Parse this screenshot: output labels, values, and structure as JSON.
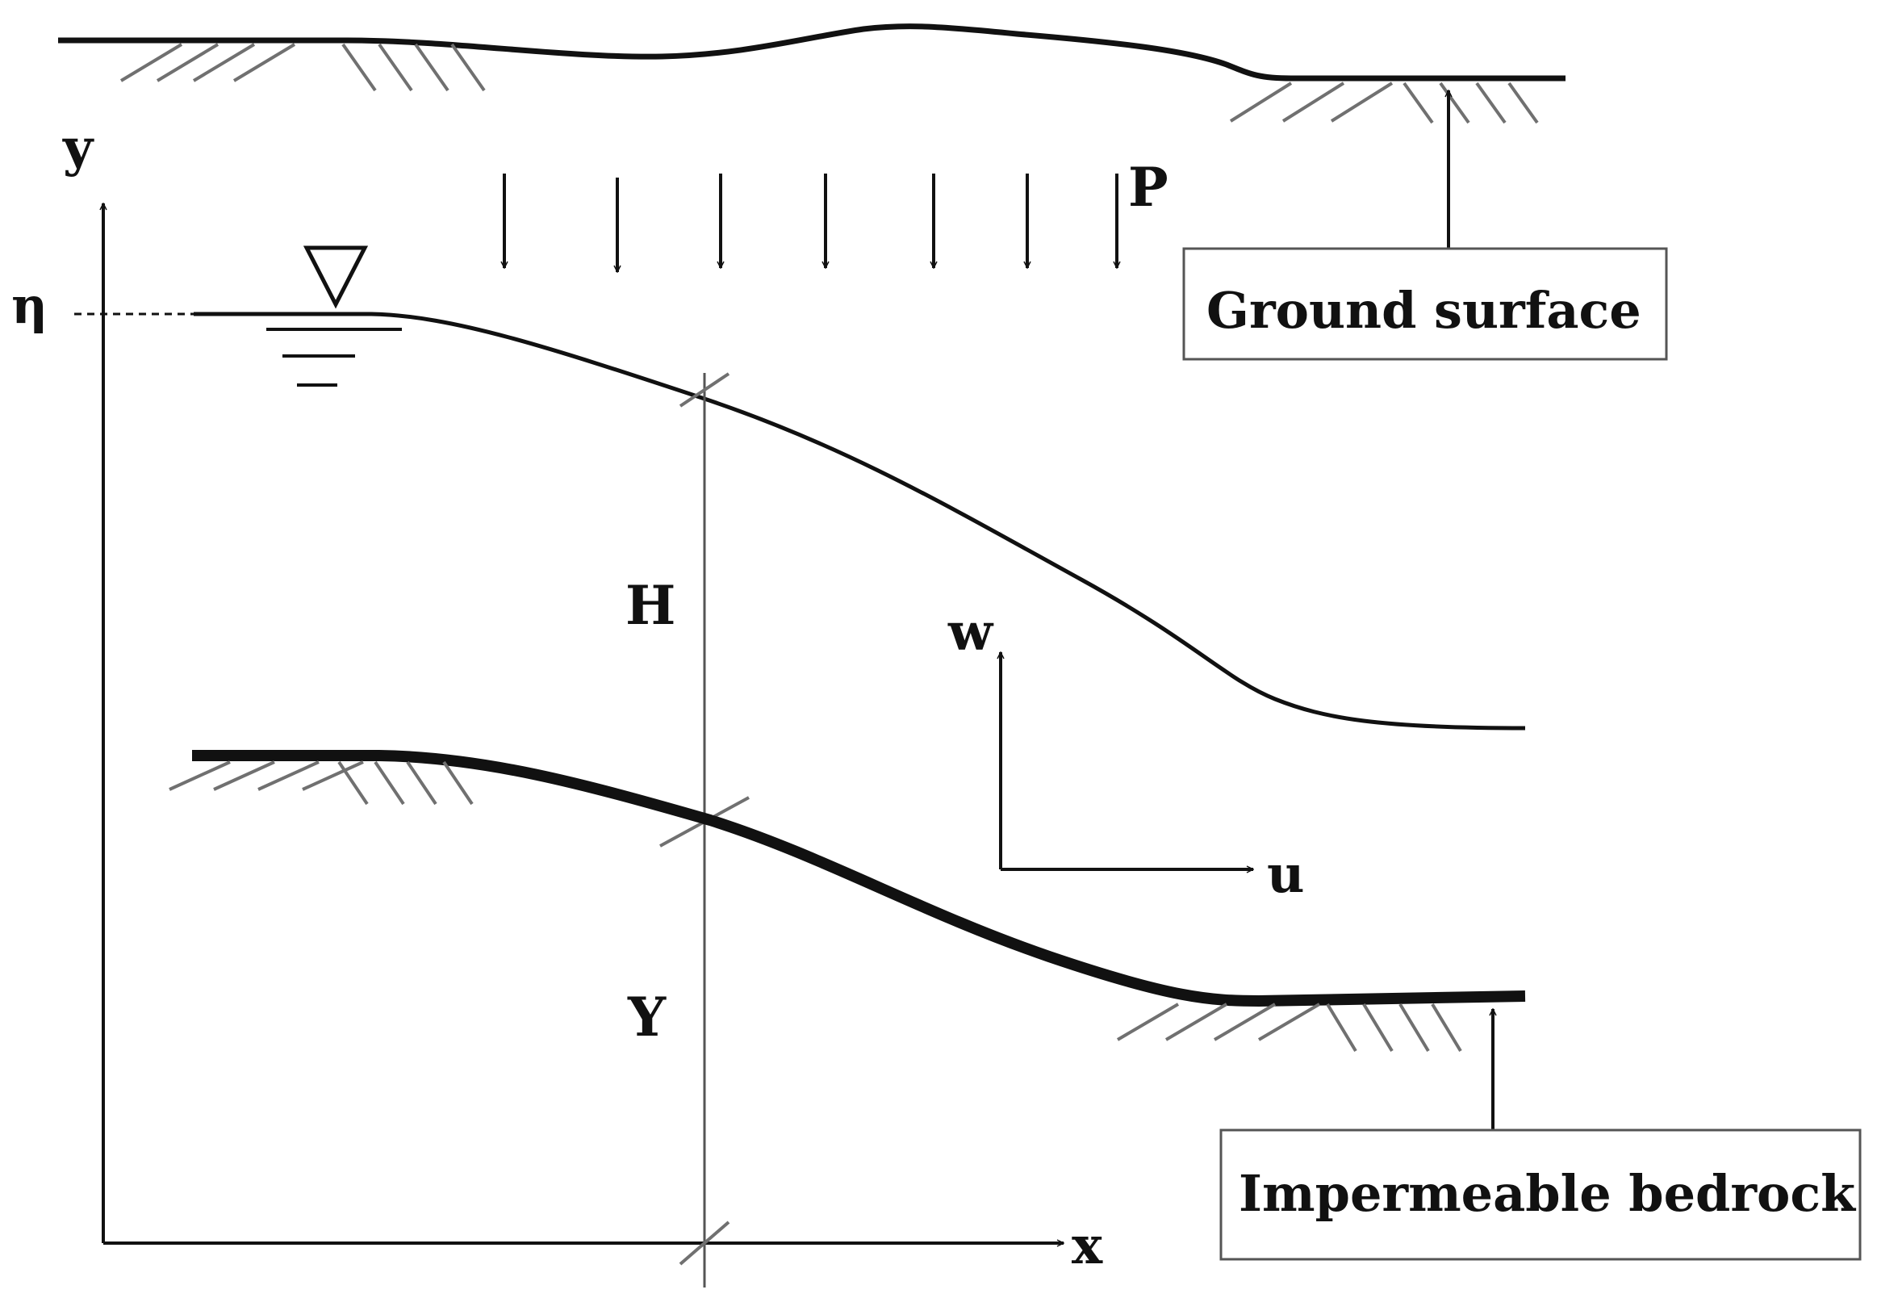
{
  "labels": {
    "y_axis": "y",
    "x_axis": "x",
    "eta": "η",
    "precipitation": "P",
    "head": "H",
    "bedrock_elevation": "Y",
    "velocity_w": "w",
    "velocity_u": "u"
  },
  "callouts": {
    "ground_surface": "Ground surface",
    "impermeable_bedrock": "Impermeable bedrock"
  },
  "colors": {
    "stroke": "#111111",
    "hatch": "#707070",
    "box_border": "#555555",
    "background": "#ffffff"
  },
  "icons": {
    "water_table_marker": "inverted-triangle-water-level-symbol",
    "precipitation_arrows": "down-arrows"
  }
}
